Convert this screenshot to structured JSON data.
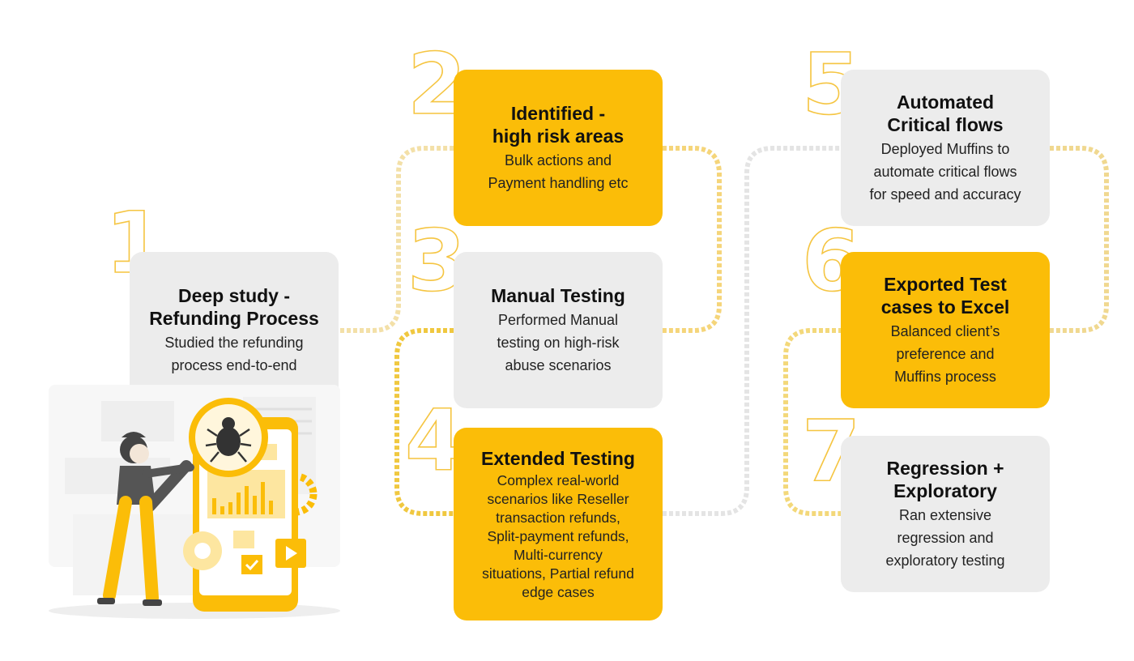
{
  "steps": [
    {
      "number": "1",
      "title_1": "Deep study -",
      "title_2": "Refunding Process",
      "desc": [
        "Studied the refunding",
        "process end-to-end"
      ]
    },
    {
      "number": "2",
      "title_1": "Identified -",
      "title_2": "high risk areas",
      "desc": [
        "Bulk actions and",
        "Payment handling etc"
      ]
    },
    {
      "number": "3",
      "title_1": "Manual Testing",
      "title_2": "",
      "desc": [
        "Performed Manual",
        "testing on high-risk",
        "abuse scenarios"
      ]
    },
    {
      "number": "4",
      "title_1": "Extended Testing",
      "title_2": "",
      "desc": [
        "Complex real-world",
        "scenarios like Reseller",
        "transaction refunds,",
        "Split-payment refunds,",
        "Multi-currency",
        "situations, Partial refund",
        "edge cases"
      ]
    },
    {
      "number": "5",
      "title_1": "Automated",
      "title_2": "Critical flows",
      "desc": [
        "Deployed Muffins to",
        "automate critical flows",
        "for speed and accuracy"
      ]
    },
    {
      "number": "6",
      "title_1": "Exported Test",
      "title_2": "cases to Excel",
      "desc": [
        "Balanced client’s",
        "preference and",
        "Muffins process"
      ]
    },
    {
      "number": "7",
      "title_1": "Regression +",
      "title_2": "Exploratory",
      "desc": [
        "Ran extensive",
        "regression and",
        "exploratory testing"
      ]
    }
  ],
  "colors": {
    "accent": "#fbbd08",
    "card_grey": "#ececec",
    "connector_grey": "#e4e4e4",
    "figure_dark": "#555555"
  },
  "illustration": {
    "icon": "tester-with-magnifier-bug-icon"
  }
}
